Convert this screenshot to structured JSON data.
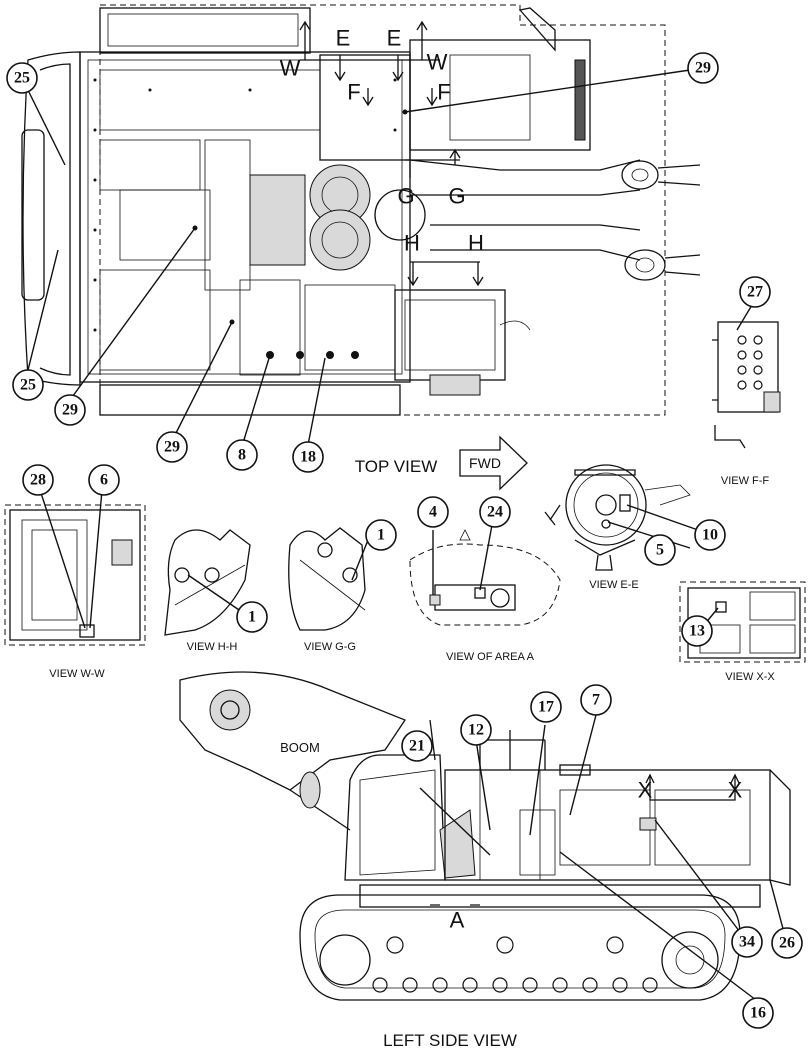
{
  "views": {
    "top_view": "TOP VIEW",
    "fwd_arrow": "FWD",
    "left_side_view": "LEFT SIDE VIEW",
    "view_w_w": "VIEW W-W",
    "view_h_h": "VIEW H-H",
    "view_g_g": "VIEW G-G",
    "view_area_a": "VIEW OF AREA A",
    "view_e_e": "VIEW E-E",
    "view_f_f": "VIEW F-F",
    "view_x_x": "VIEW X-X"
  },
  "labels": {
    "boom": "BOOM"
  },
  "section_letters": {
    "w": "W",
    "e": "E",
    "f": "F",
    "g": "G",
    "h": "H",
    "x": "X",
    "a": "A"
  },
  "callouts": {
    "c25a": "25",
    "c25b": "25",
    "c29a": "29",
    "c29b": "29",
    "c29c": "29",
    "c8": "8",
    "c18": "18",
    "c27": "27",
    "c28": "28",
    "c6": "6",
    "c1a": "1",
    "c1b": "1",
    "c4": "4",
    "c24": "24",
    "c10": "10",
    "c5": "5",
    "c13": "13",
    "c21": "21",
    "c12": "12",
    "c17": "17",
    "c7": "7",
    "c34": "34",
    "c26": "26",
    "c16": "16"
  }
}
